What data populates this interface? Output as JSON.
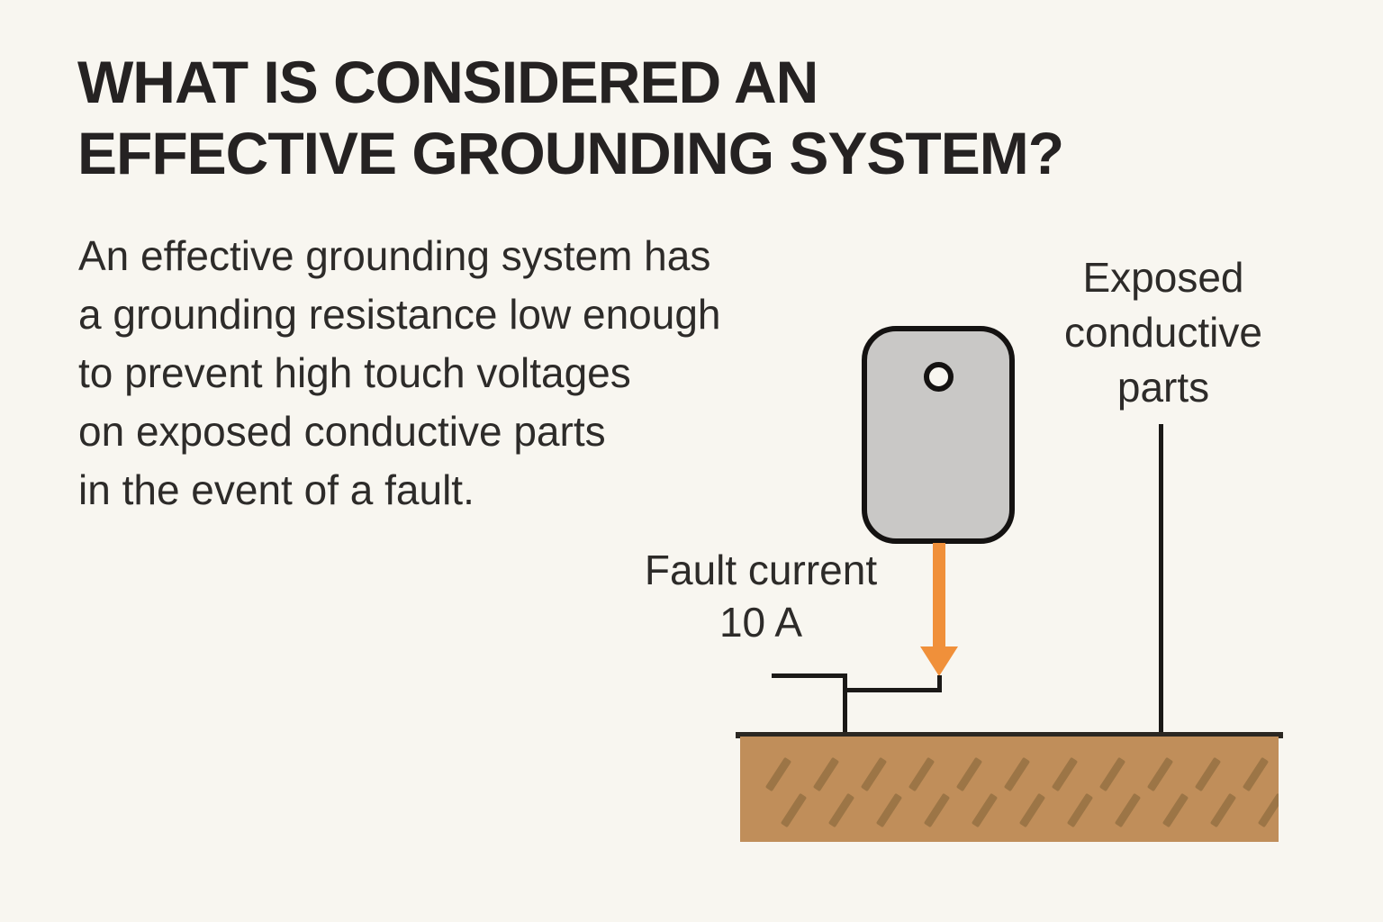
{
  "page": {
    "background": "#f8f6f0"
  },
  "title": {
    "line1": "WHAT IS CONSIDERED AN",
    "line2": "EFFECTIVE GROUNDING SYSTEM?"
  },
  "intro": {
    "lines": [
      "An effective grounding system has",
      "a grounding resistance low enough",
      "to prevent high touch voltages",
      "on exposed conductive parts",
      "in the event of a fault."
    ]
  },
  "diagram": {
    "exposed_label": {
      "line1": "Exposed",
      "line2": "conductive",
      "line3": "parts"
    },
    "fault_label": {
      "line1": "Fault current",
      "line2": "10 A"
    },
    "colors": {
      "bg": "#f8f6f0",
      "text": "#252222",
      "body_text": "#2d2b29",
      "device_fill": "#c9c8c6",
      "device_stroke": "#141211",
      "arrow": "#f0903a",
      "wire": "#1b1917",
      "ground_fill": "#c08e5a",
      "ground_hatch": "#9c7546",
      "ground_border": "#2b2722"
    }
  }
}
